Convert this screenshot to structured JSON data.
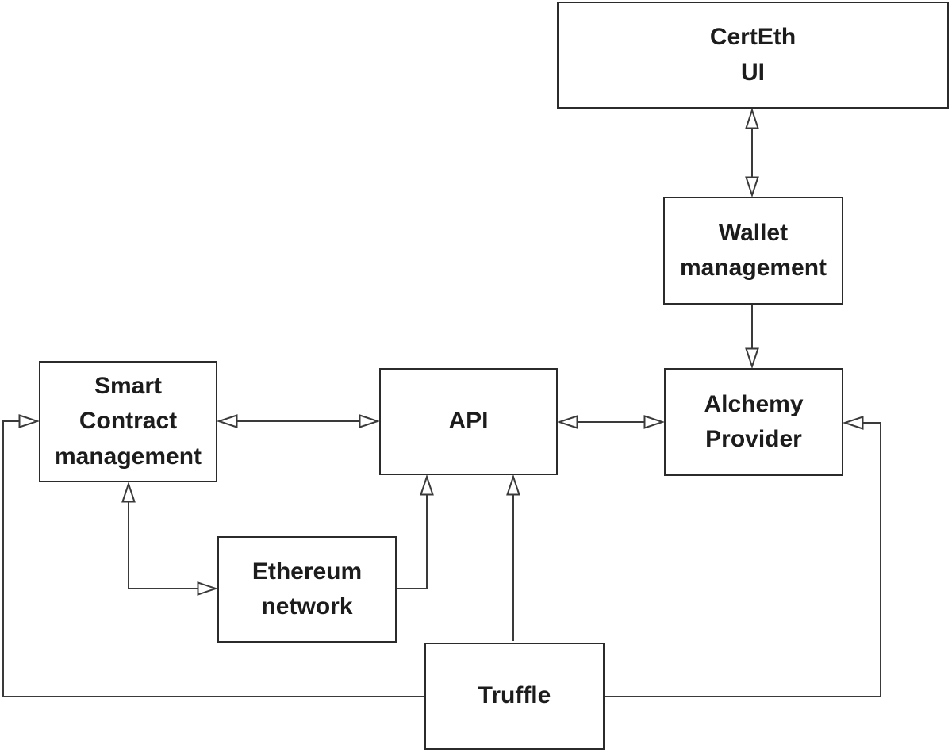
{
  "diagram": {
    "type": "architecture-block-diagram",
    "nodes": {
      "certeth_ui": {
        "label": "CertEth\nUI"
      },
      "wallet_management": {
        "label": "Wallet\nmanagement"
      },
      "alchemy_provider": {
        "label": "Alchemy\nProvider"
      },
      "api": {
        "label": "API"
      },
      "smart_contract_management": {
        "label": "Smart\nContract\nmanagement"
      },
      "ethereum_network": {
        "label": "Ethereum\nnetwork"
      },
      "truffle": {
        "label": "Truffle"
      }
    },
    "edges": [
      {
        "from": "CertEth UI",
        "to": "Wallet management",
        "direction": "bidirectional"
      },
      {
        "from": "Wallet management",
        "to": "Alchemy Provider",
        "direction": "one-way"
      },
      {
        "from": "Smart Contract management",
        "to": "API",
        "direction": "bidirectional"
      },
      {
        "from": "API",
        "to": "Alchemy Provider",
        "direction": "bidirectional"
      },
      {
        "from": "Smart Contract management",
        "to": "Ethereum network",
        "direction": "bidirectional"
      },
      {
        "from": "Ethereum network",
        "to": "API",
        "direction": "one-way"
      },
      {
        "from": "Truffle",
        "to": "API",
        "direction": "one-way"
      },
      {
        "from": "Truffle",
        "to": "Smart Contract management",
        "direction": "one-way"
      },
      {
        "from": "Truffle",
        "to": "Alchemy Provider",
        "direction": "one-way"
      }
    ],
    "colors": {
      "background": "#ffffff",
      "box_fill": "#ffffff",
      "box_border": "#2b2b2b",
      "line": "#3a3a3a",
      "text": "#1c1c1c",
      "arrowhead_fill": "#ffffff"
    }
  }
}
